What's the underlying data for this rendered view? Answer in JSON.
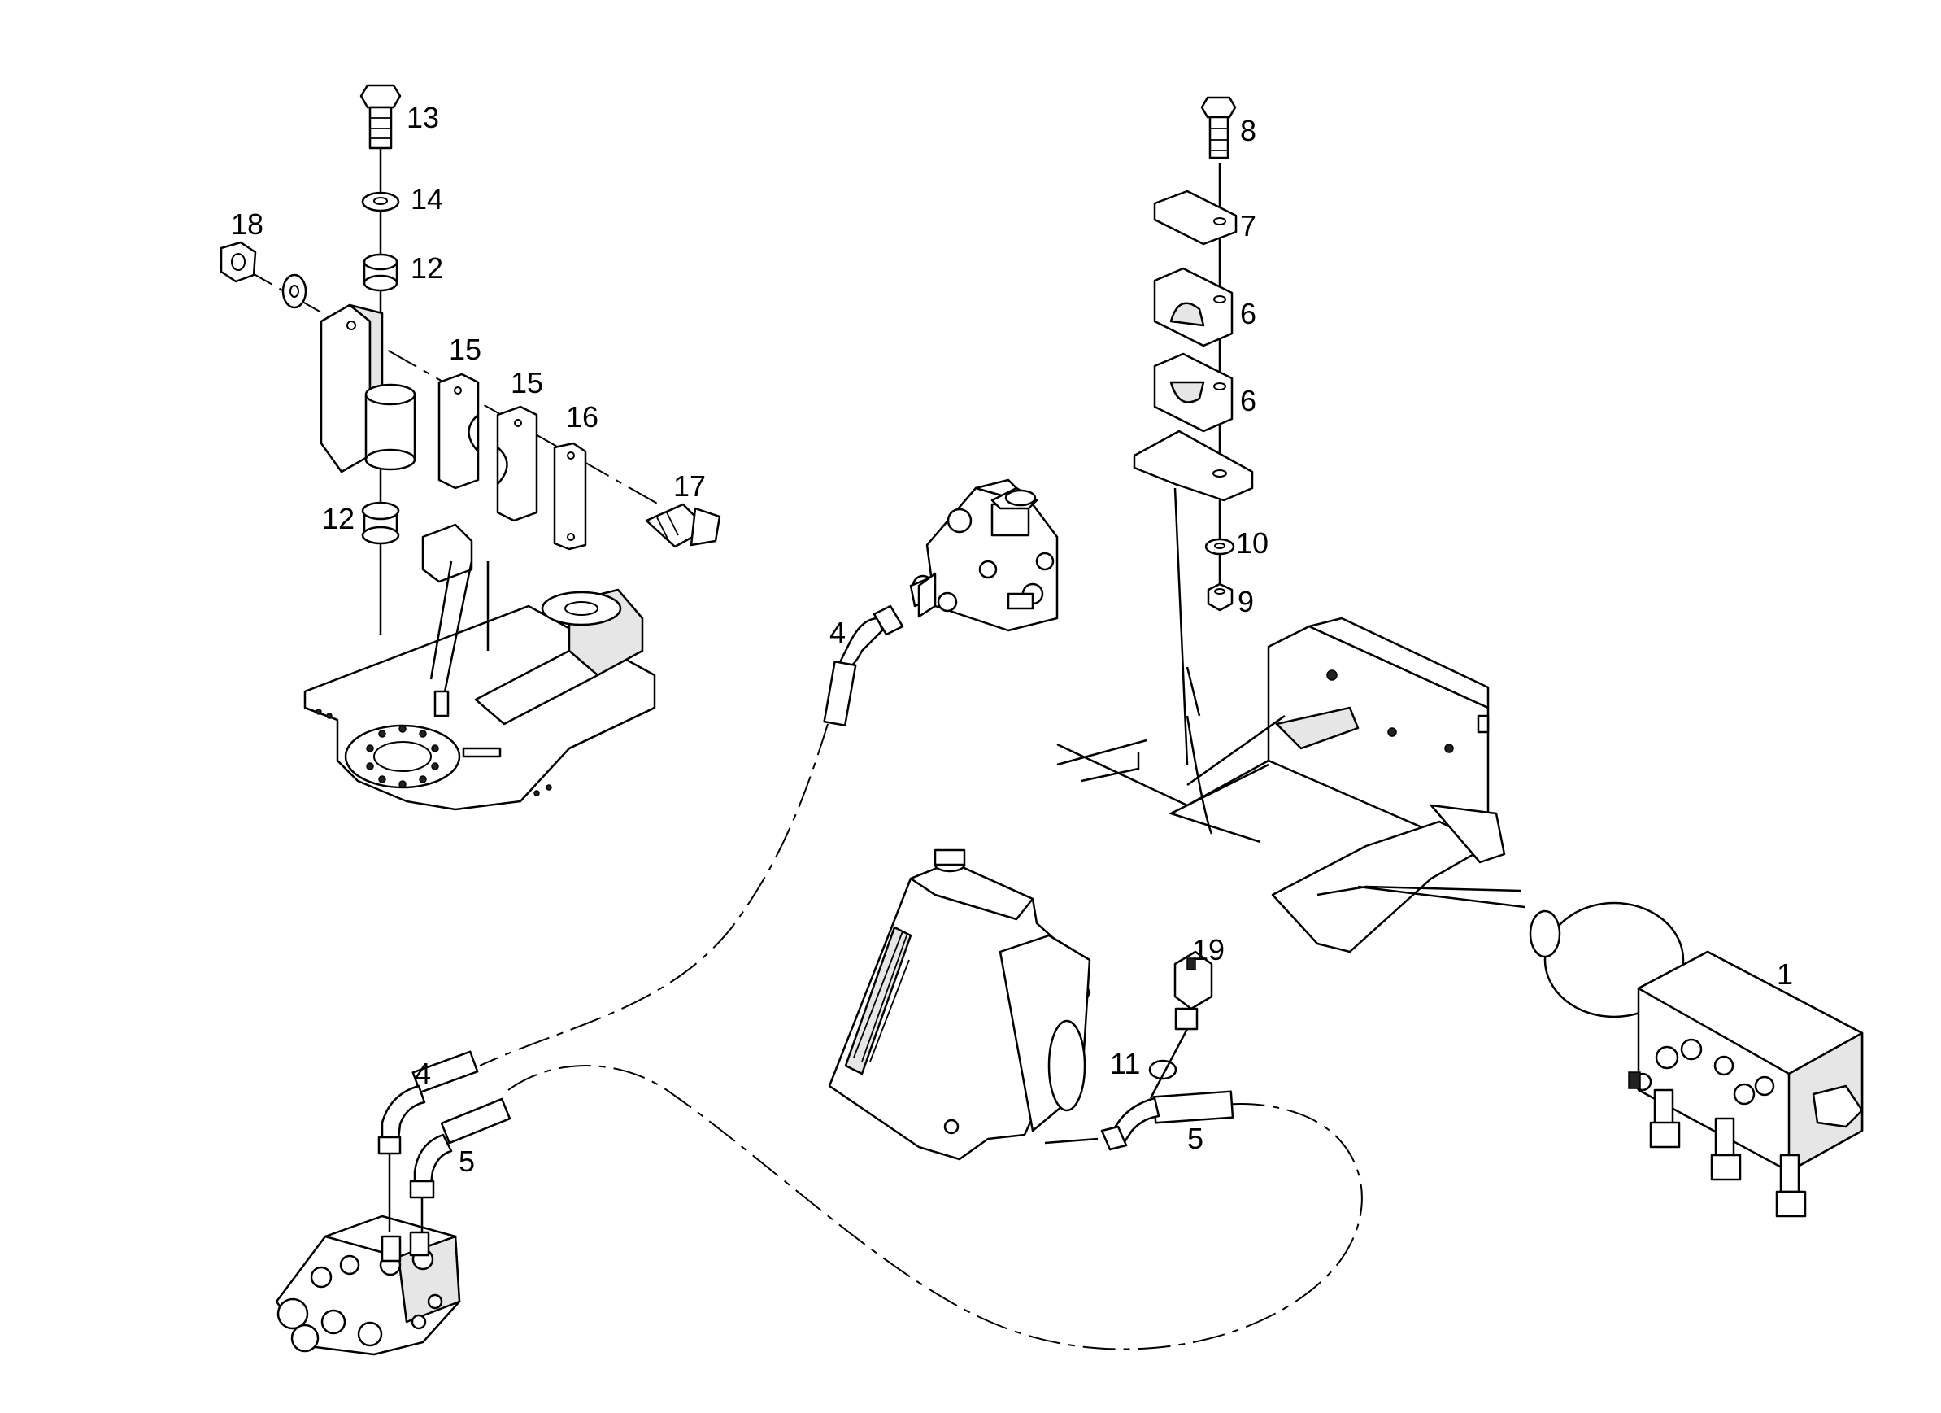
{
  "diagram": {
    "callouts": {
      "c13": "13",
      "c14": "14",
      "c12a": "12",
      "c18": "18",
      "c15a": "15",
      "c15b": "15",
      "c16": "16",
      "c17": "17",
      "c12b": "12",
      "c8": "8",
      "c7": "7",
      "c6a": "6",
      "c6b": "6",
      "c10": "10",
      "c9": "9",
      "c4a": "4",
      "c4b": "4",
      "c5a": "5",
      "c5b": "5",
      "c19": "19",
      "c11": "11",
      "c1": "1"
    }
  }
}
